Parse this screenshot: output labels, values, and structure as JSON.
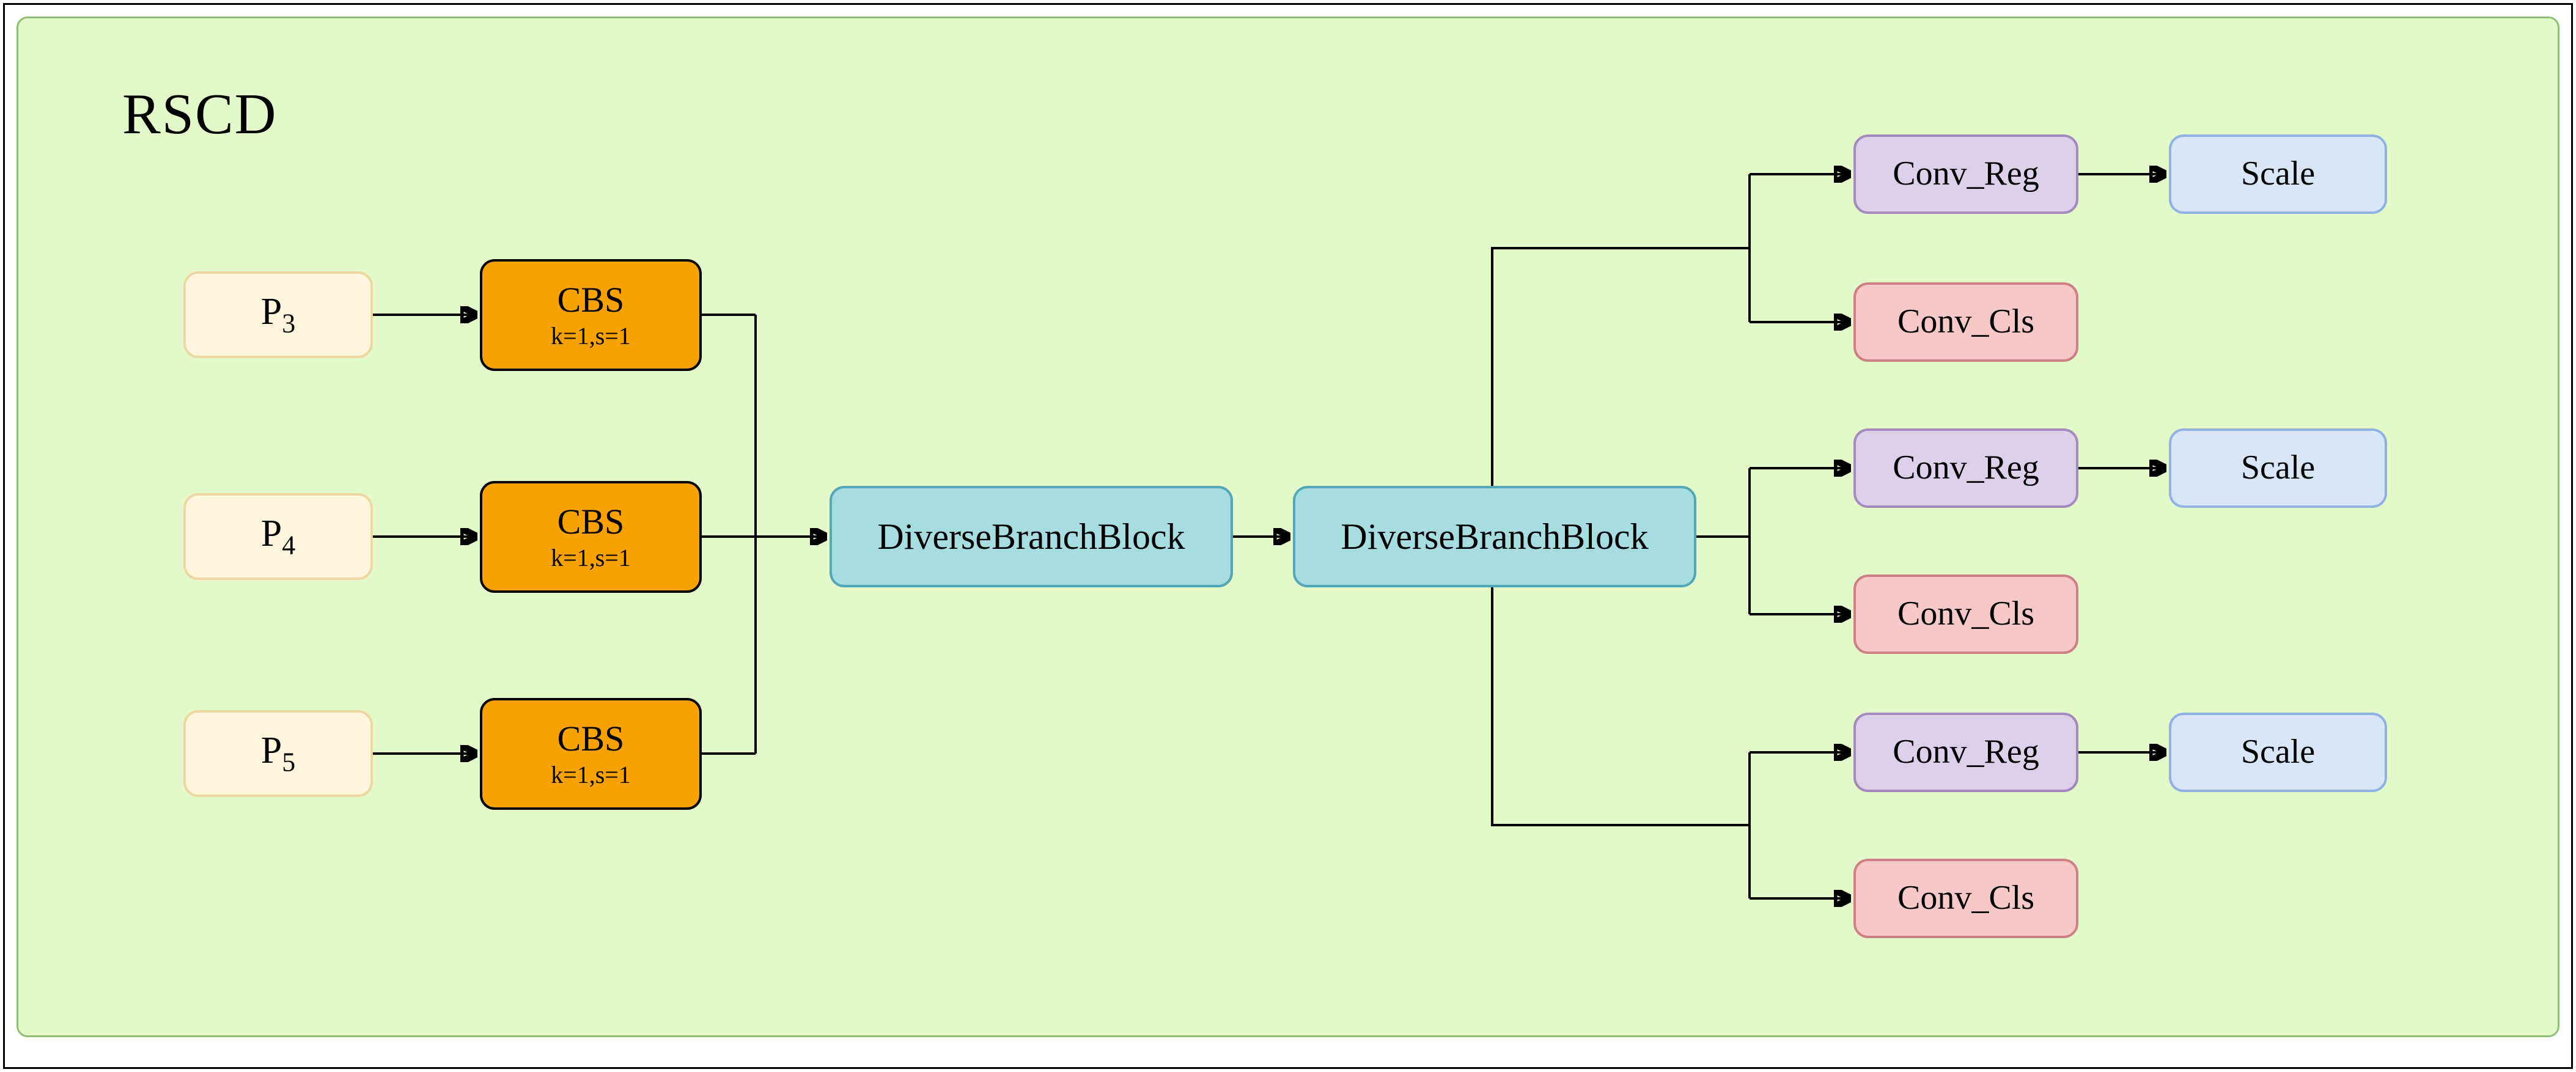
{
  "title": "RSCD",
  "colors": {
    "panel_bg": "#e4f9ca",
    "panel_border": "#8fbf75",
    "p_fill": "#fdf6dc",
    "p_border": "#efd7a4",
    "cbs_fill": "#f8a102",
    "cbs_border": "#000000",
    "dbb_fill": "#a7dce1",
    "dbb_border": "#52a8b4",
    "reg_fill": "#dcd0ea",
    "reg_border": "#a58abe",
    "cls_fill": "#f6c8c8",
    "cls_border": "#cf8084",
    "scale_fill": "#d8e6f8",
    "scale_border": "#8fb2e3",
    "wire": "#000000"
  },
  "inputs": [
    {
      "base": "P",
      "sub": "3"
    },
    {
      "base": "P",
      "sub": "4"
    },
    {
      "base": "P",
      "sub": "5"
    }
  ],
  "cbs_blocks": [
    {
      "label": "CBS",
      "params": "k=1,s=1"
    },
    {
      "label": "CBS",
      "params": "k=1,s=1"
    },
    {
      "label": "CBS",
      "params": "k=1,s=1"
    }
  ],
  "dbb": [
    {
      "label": "DiverseBranchBlock"
    },
    {
      "label": "DiverseBranchBlock"
    }
  ],
  "heads": [
    {
      "reg": "Conv_Reg",
      "cls": "Conv_Cls",
      "scale": "Scale"
    },
    {
      "reg": "Conv_Reg",
      "cls": "Conv_Cls",
      "scale": "Scale"
    },
    {
      "reg": "Conv_Reg",
      "cls": "Conv_Cls",
      "scale": "Scale"
    }
  ]
}
